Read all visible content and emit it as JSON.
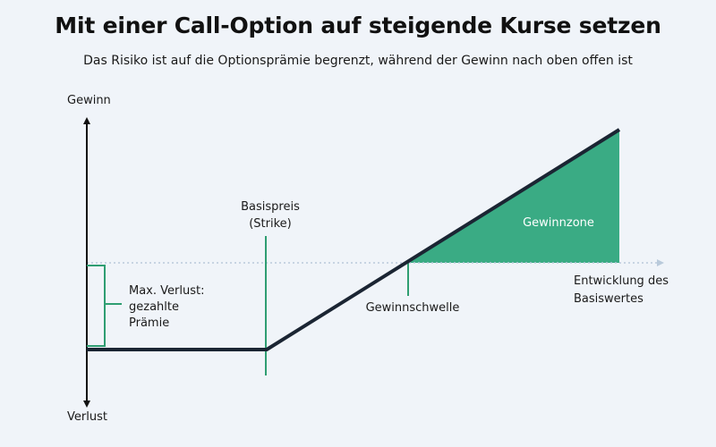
{
  "header": {
    "title": "Mit einer Call-Option auf steigende Kurse setzen",
    "subtitle": "Das Risiko ist auf die Optionsprämie begrenzt, während der Gewinn nach oben offen ist"
  },
  "axes": {
    "y_top_label": "Gewinn",
    "y_bottom_label": "Verlust",
    "x_label_line1": "Entwicklung des",
    "x_label_line2": "Basiswertes"
  },
  "labels": {
    "strike_line1": "Basispreis",
    "strike_line2": "(Strike)",
    "breakeven": "Gewinnschwelle",
    "profit_zone": "Gewinnzone",
    "max_loss_line1": "Max. Verlust:",
    "max_loss_line2": "gezahlte",
    "max_loss_line3": "Prämie"
  },
  "colors": {
    "background": "#f0f4f9",
    "payoff_line": "#1b2533",
    "profit_fill": "#3aab84",
    "accent_green": "#2f9e72",
    "zero_line": "#b9cadb",
    "axis": "#111111"
  }
}
